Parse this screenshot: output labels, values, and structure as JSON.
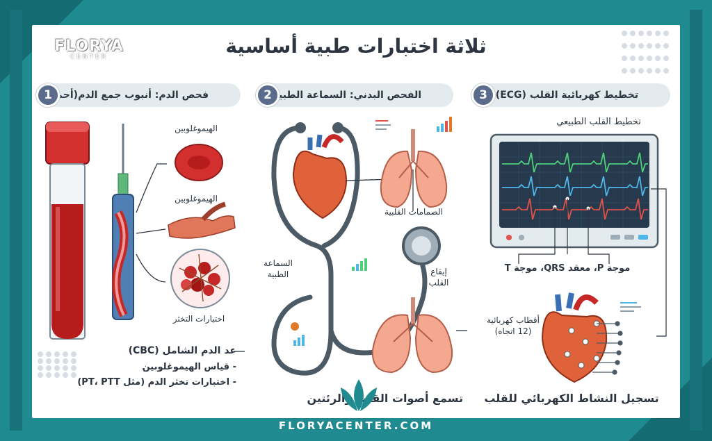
{
  "brand": {
    "logo_main": "FLORYA",
    "logo_sub": "CENTER",
    "footer": "FLORYACENTER.COM"
  },
  "title": "ثلاثة اختبارات طبية أساسية",
  "sections": [
    {
      "number": "1",
      "heading": "فحص الدم: أنبوب جمع الدم(أحمر)"
    },
    {
      "number": "2",
      "heading": "الفحص البدني: السماعة الطبية"
    },
    {
      "number": "3",
      "heading": "تخطيط كهربائية القلب (ECG)"
    }
  ],
  "blood": {
    "label_cell": "الهيموغلوبين",
    "label_vessel": "الهيموغلوبين",
    "label_clot": "اختبارات التخثر",
    "cbc_title": "عد الدم الشامل (CBC)",
    "cbc_item1": "- قياس الهيموغلوبين",
    "cbc_item2": "- اختبارات تخثر الدم (مثل PT، PTT)"
  },
  "exam": {
    "label_valves": "الصمامات القلبية",
    "label_stethoscope": "السماعة الطبية",
    "label_rhythm": "إيقاع القلب",
    "bottom": "تسمع أصوات القلب والرئتين"
  },
  "ecg": {
    "monitor_title": "تخطيط القلب الطبيعي",
    "waves": "موجة P، معقد QRS، موجة T",
    "electrodes": "أقطاب كهربائية (12 اتجاه)",
    "bottom": "تسجيل النشاط الكهربائي للقلب"
  },
  "colors": {
    "teal": "#1f8a8f",
    "badge": "#5a6b8b",
    "blood_red": "#c62828",
    "ecg_green": "#4ed07a",
    "ecg_blue": "#4fb6e8",
    "ecg_red": "#e0524a"
  }
}
